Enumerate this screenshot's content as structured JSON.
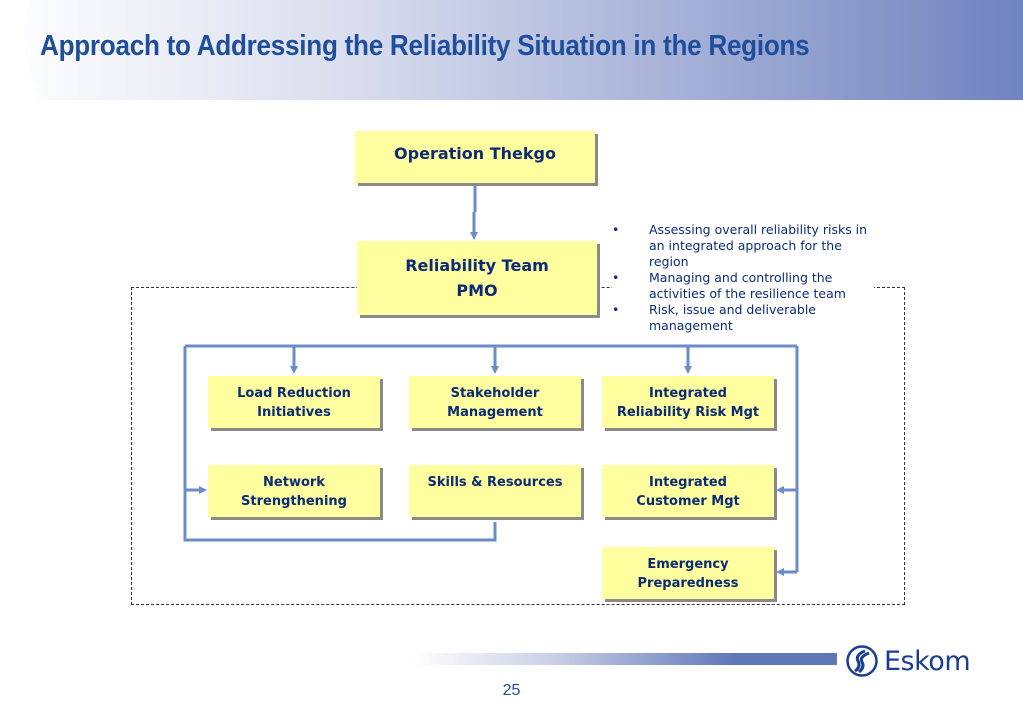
{
  "title": "Approach to Addressing the Reliability Situation in the Regions",
  "nodes": {
    "operation": "Operation Thekgo",
    "pmo_line1": "Reliability Team",
    "pmo_line2": "PMO",
    "load_reduction_line1": "Load Reduction",
    "load_reduction_line2": "Initiatives",
    "stakeholder_line1": "Stakeholder",
    "stakeholder_line2": "Management",
    "risk_line1": "Integrated",
    "risk_line2": "Reliability Risk Mgt",
    "network_line1": "Network",
    "network_line2": "Strengthening",
    "skills": "Skills & Resources",
    "customer_line1": "Integrated",
    "customer_line2": "Customer Mgt",
    "emergency_line1": "Emergency",
    "emergency_line2": "Preparedness"
  },
  "bullets": [
    "Assessing overall reliability risks in an integrated approach for the region",
    "Managing and controlling the activities of the resilience team",
    "Risk, issue and deliverable management"
  ],
  "bullet_symbol": "•",
  "footer": {
    "logo_text": "Eskom",
    "page_number": "25"
  },
  "colors": {
    "box_fill": "#ffff9f",
    "box_text": "#0b2b77",
    "connector": "#6b8cc7",
    "title": "#1f4e9c"
  }
}
